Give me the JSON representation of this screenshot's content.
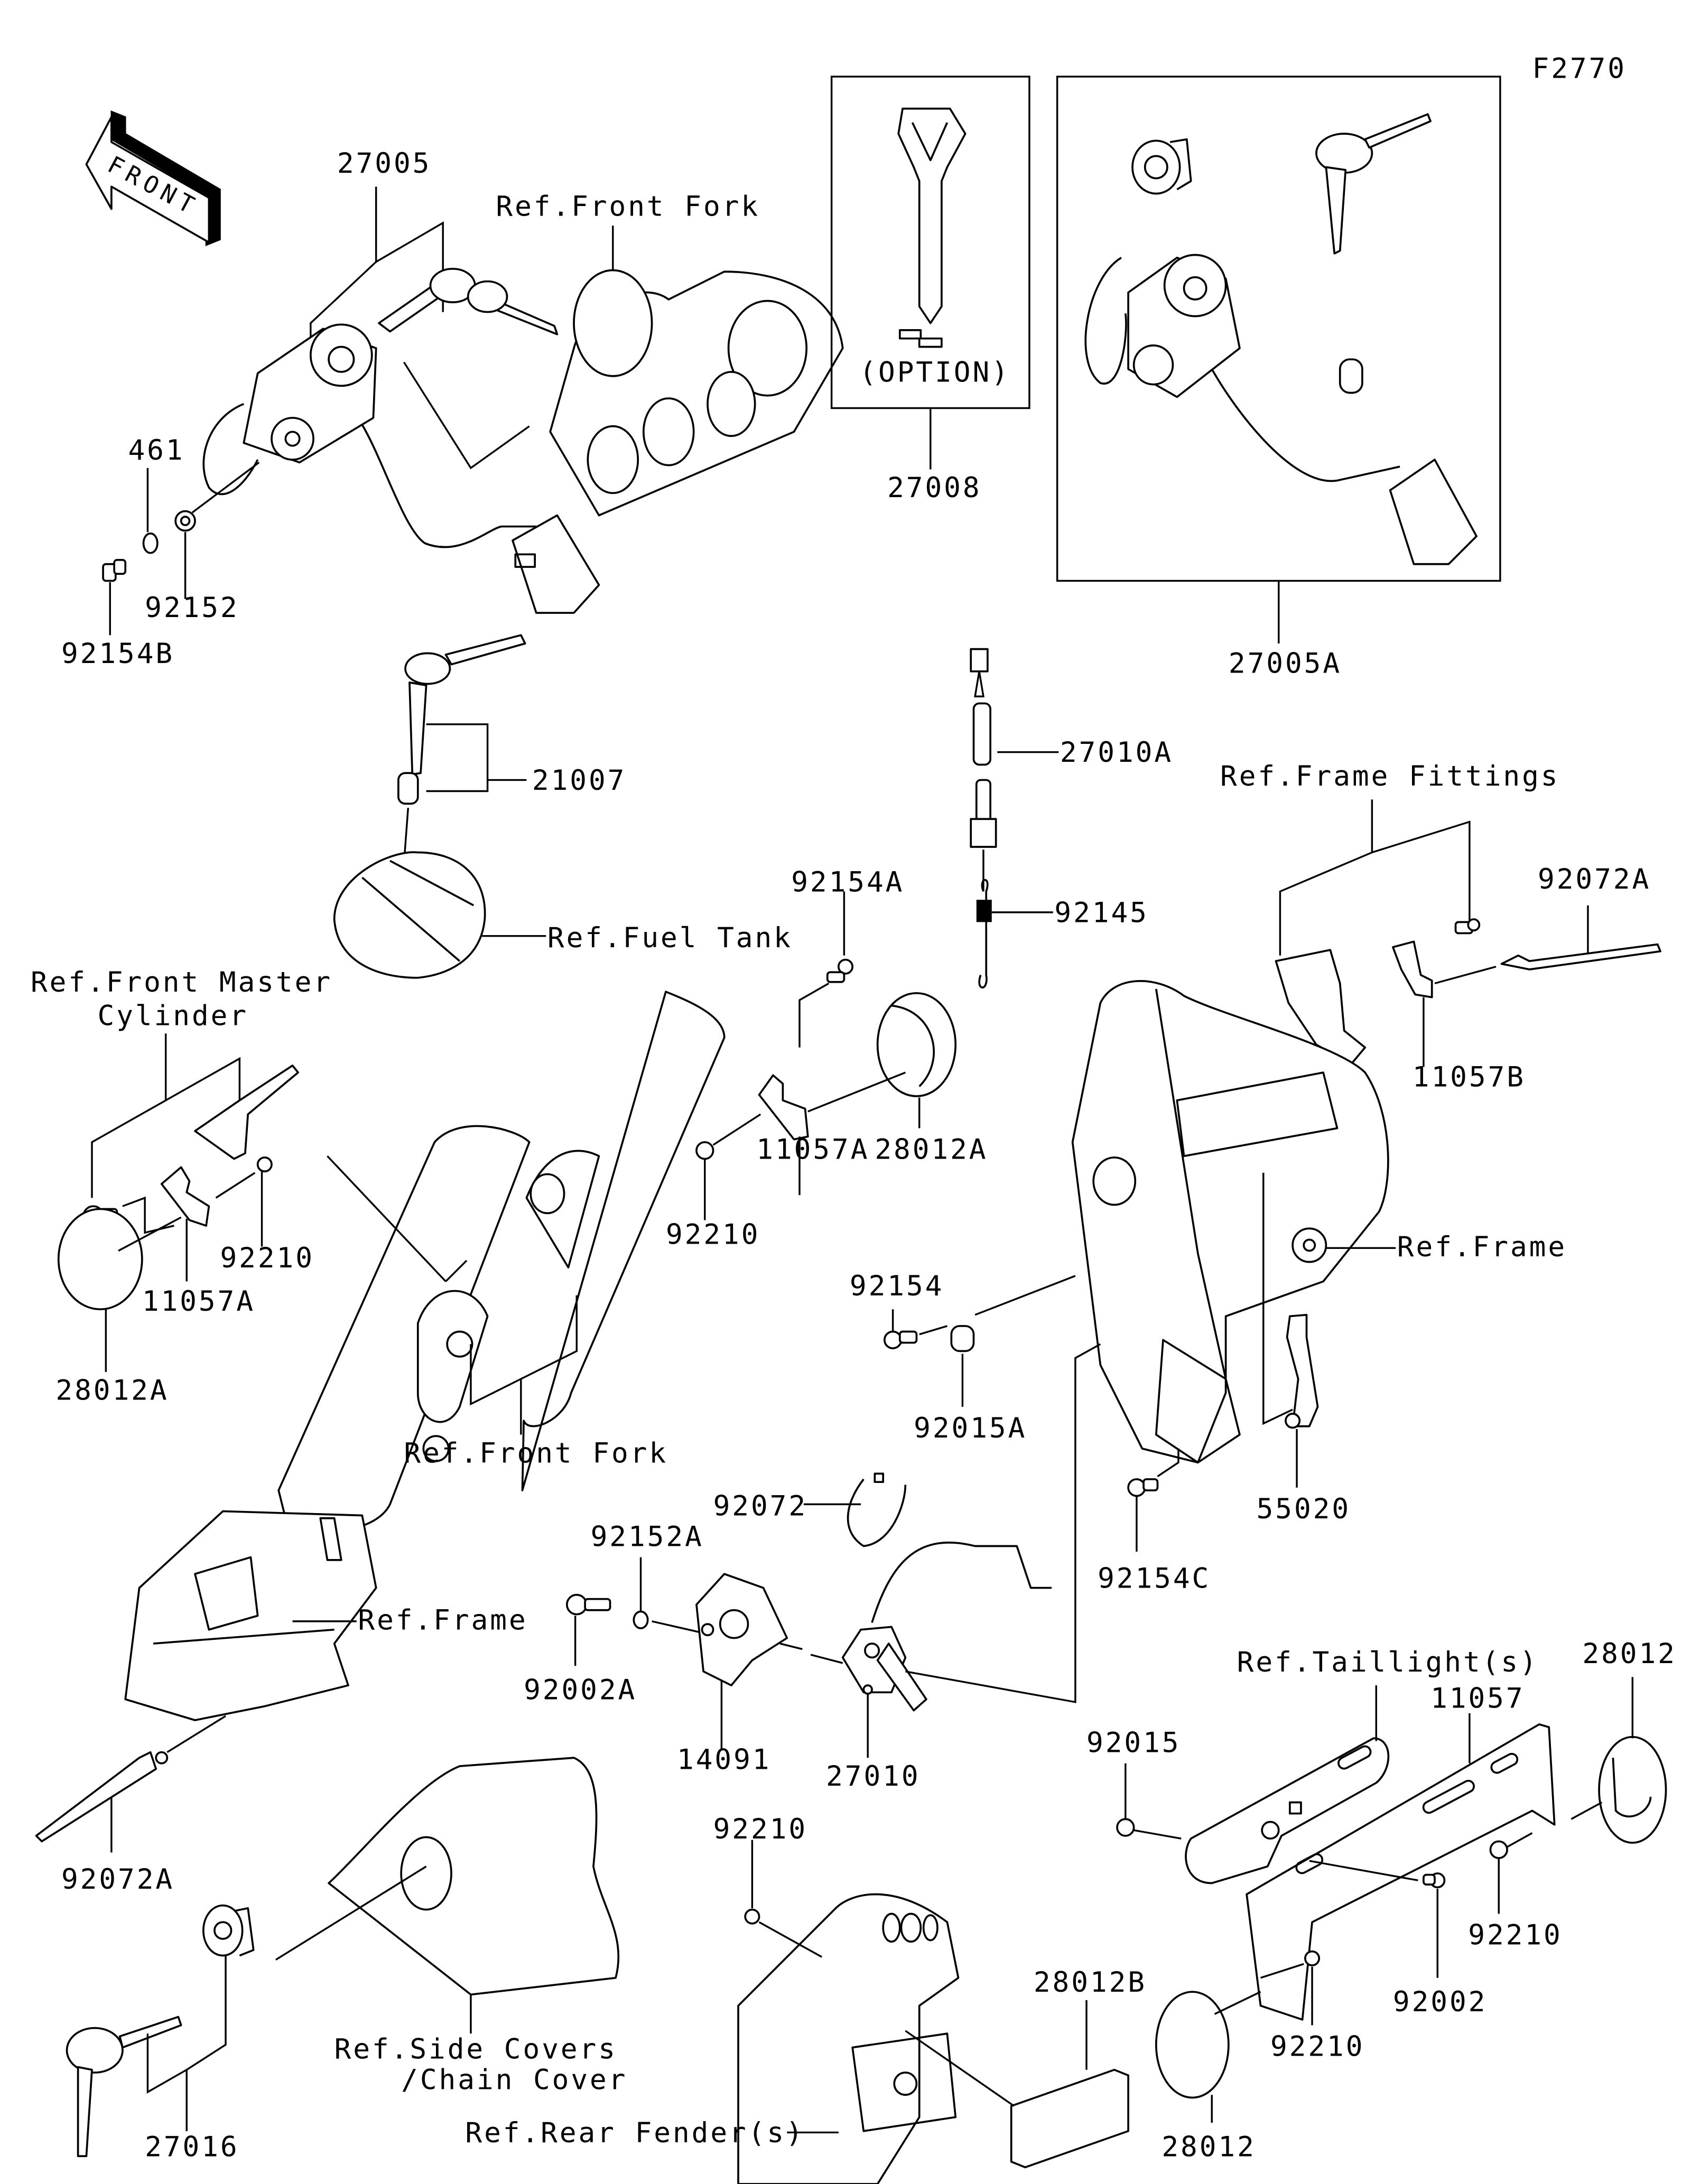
{
  "figure_code": "F2770",
  "front_arrow_label": "FRONT",
  "labels": {
    "p27005": "27005",
    "ref_front_fork_top": "Ref.Front Fork",
    "p461": "461",
    "p92152": "92152",
    "p92154B": "92154B",
    "p27008": "27008",
    "option": "(OPTION)",
    "p27005A": "27005A",
    "p21007": "21007",
    "ref_fuel_tank": "Ref.Fuel Tank",
    "p27010A": "27010A",
    "p92145": "92145",
    "ref_frame_fittings": "Ref.Frame Fittings",
    "p92072A_right": "92072A",
    "p11057B": "11057B",
    "p92154A": "92154A",
    "p28012A_mid": "28012A",
    "p11057A_mid": "11057A",
    "p92210_mid": "92210",
    "ref_front_master_cyl_1": "Ref.Front Master",
    "ref_front_master_cyl_2": "Cylinder",
    "p92210_left": "92210",
    "p11057A_left": "11057A",
    "p28012A_left": "28012A",
    "ref_front_fork_bottom": "Ref.Front Fork",
    "ref_frame_right": "Ref.Frame",
    "p92154": "92154",
    "p92015A": "92015A",
    "p55020": "55020",
    "p92154C": "92154C",
    "p92072": "92072",
    "p92152A": "92152A",
    "p92002A": "92002A",
    "p14091": "14091",
    "p27010": "27010",
    "ref_frame_left": "Ref.Frame",
    "p92072A_left": "92072A",
    "ref_side_covers_1": "Ref.Side Covers",
    "ref_side_covers_2": "/Chain Cover",
    "p27016": "27016",
    "p92210_fender": "92210",
    "ref_rear_fender": "Ref.Rear Fender(s)",
    "p28012B": "28012B",
    "ref_taillights": "Ref.Taillight(s)",
    "p11057": "11057",
    "p28012_top": "28012",
    "p92015": "92015",
    "p92210_right": "92210",
    "p92002": "92002",
    "p92210_bottom": "92210",
    "p28012_bottom": "28012"
  }
}
